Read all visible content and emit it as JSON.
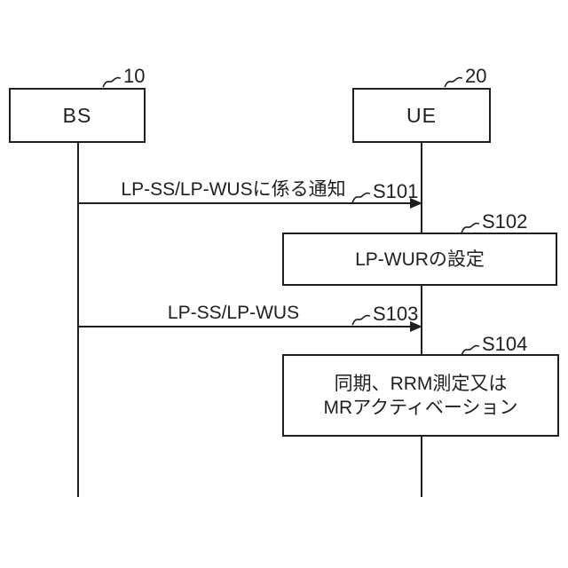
{
  "figure": {
    "entities": [
      {
        "label": "BS",
        "ref": "10"
      },
      {
        "label": "UE",
        "ref": "20"
      }
    ],
    "messages": [
      {
        "label": "LP-SS/LP-WUSに係る通知",
        "ref": "S101",
        "from": "BS",
        "to": "UE"
      },
      {
        "label": "LP-SS/LP-WUS",
        "ref": "S103",
        "from": "BS",
        "to": "UE"
      }
    ],
    "steps": [
      {
        "label": "LP-WURの設定",
        "ref": "S102",
        "on": "UE"
      },
      {
        "label": "同期、RRM測定又は\nMRアクティベーション",
        "ref": "S104",
        "on": "UE"
      }
    ],
    "colors": {
      "line": "#1f1f1f",
      "background": "#ffffff"
    }
  }
}
